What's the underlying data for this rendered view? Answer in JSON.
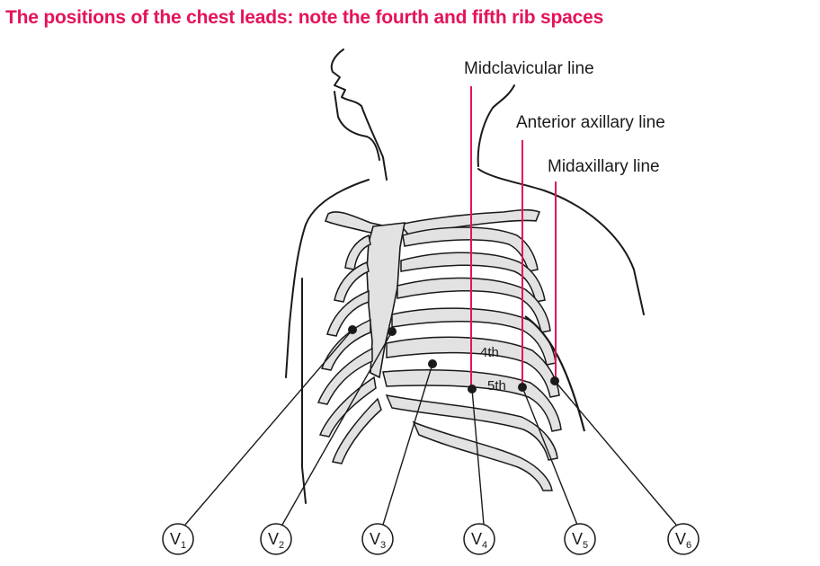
{
  "title": "The positions of the chest leads: note the fourth and fifth rib spaces",
  "reference_lines": {
    "midclavicular": "Midclavicular line",
    "anterior_axillary": "Anterior axillary line",
    "midaxillary": "Midaxillary line"
  },
  "rib_spaces": {
    "fourth": "4th",
    "fifth": "5th"
  },
  "leads": [
    {
      "letter": "V",
      "sub": "1"
    },
    {
      "letter": "V",
      "sub": "2"
    },
    {
      "letter": "V",
      "sub": "3"
    },
    {
      "letter": "V",
      "sub": "4"
    },
    {
      "letter": "V",
      "sub": "5"
    },
    {
      "letter": "V",
      "sub": "6"
    }
  ],
  "colors": {
    "title": "#e4135a",
    "reference_line": "#e4135a",
    "bone_fill": "#e2e2e2",
    "outline": "#1a1a1a"
  }
}
